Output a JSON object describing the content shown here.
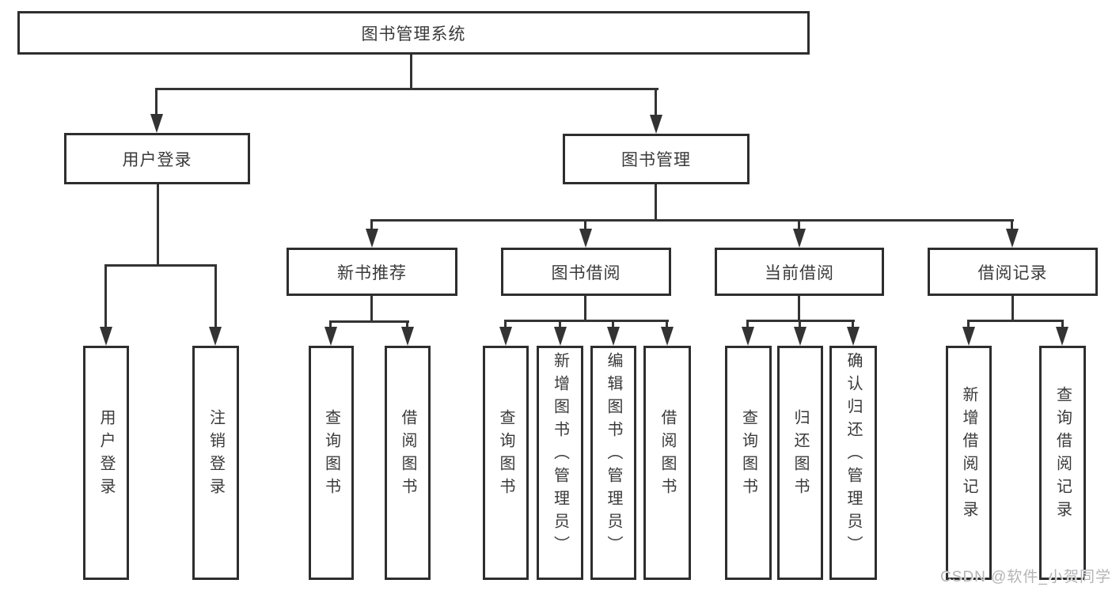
{
  "diagram": {
    "title": "图书管理系统",
    "type": "hierarchy-tree",
    "root": "图书管理系统",
    "level2": [
      "用户登录",
      "图书管理"
    ],
    "level3": [
      "新书推荐",
      "图书借阅",
      "当前借阅",
      "借阅记录"
    ],
    "leaves_user_login": [
      "用户登录",
      "注销登录"
    ],
    "leaves_new_books": [
      "查询图书",
      "借阅图书"
    ],
    "leaves_book_borrowing": [
      "查询图书",
      "新增图书（管理员）",
      "编辑图书（管理员）",
      "借阅图书"
    ],
    "leaves_current_borrowing": [
      "查询图书",
      "归还图书",
      "确认归还（管理员）"
    ],
    "leaves_borrow_records": [
      "新增借阅记录",
      "查询借阅记录"
    ],
    "hierarchy": {
      "图书管理系统": {
        "用户登录": [
          "用户登录",
          "注销登录"
        ],
        "图书管理": {
          "新书推荐": [
            "查询图书",
            "借阅图书"
          ],
          "图书借阅": [
            "查询图书",
            "新增图书（管理员）",
            "编辑图书（管理员）",
            "借阅图书"
          ],
          "当前借阅": [
            "查询图书",
            "归还图书",
            "确认归还（管理员）"
          ],
          "借阅记录": [
            "新增借阅记录",
            "查询借阅记录"
          ]
        }
      }
    }
  },
  "colors": {
    "background": "#ffffff",
    "box_border": "#2e2e2e",
    "line": "#333333",
    "text": "#3a3a3a",
    "watermark_text": "#b3b4b8"
  },
  "watermark": "CSDN @软件_小贺同学"
}
